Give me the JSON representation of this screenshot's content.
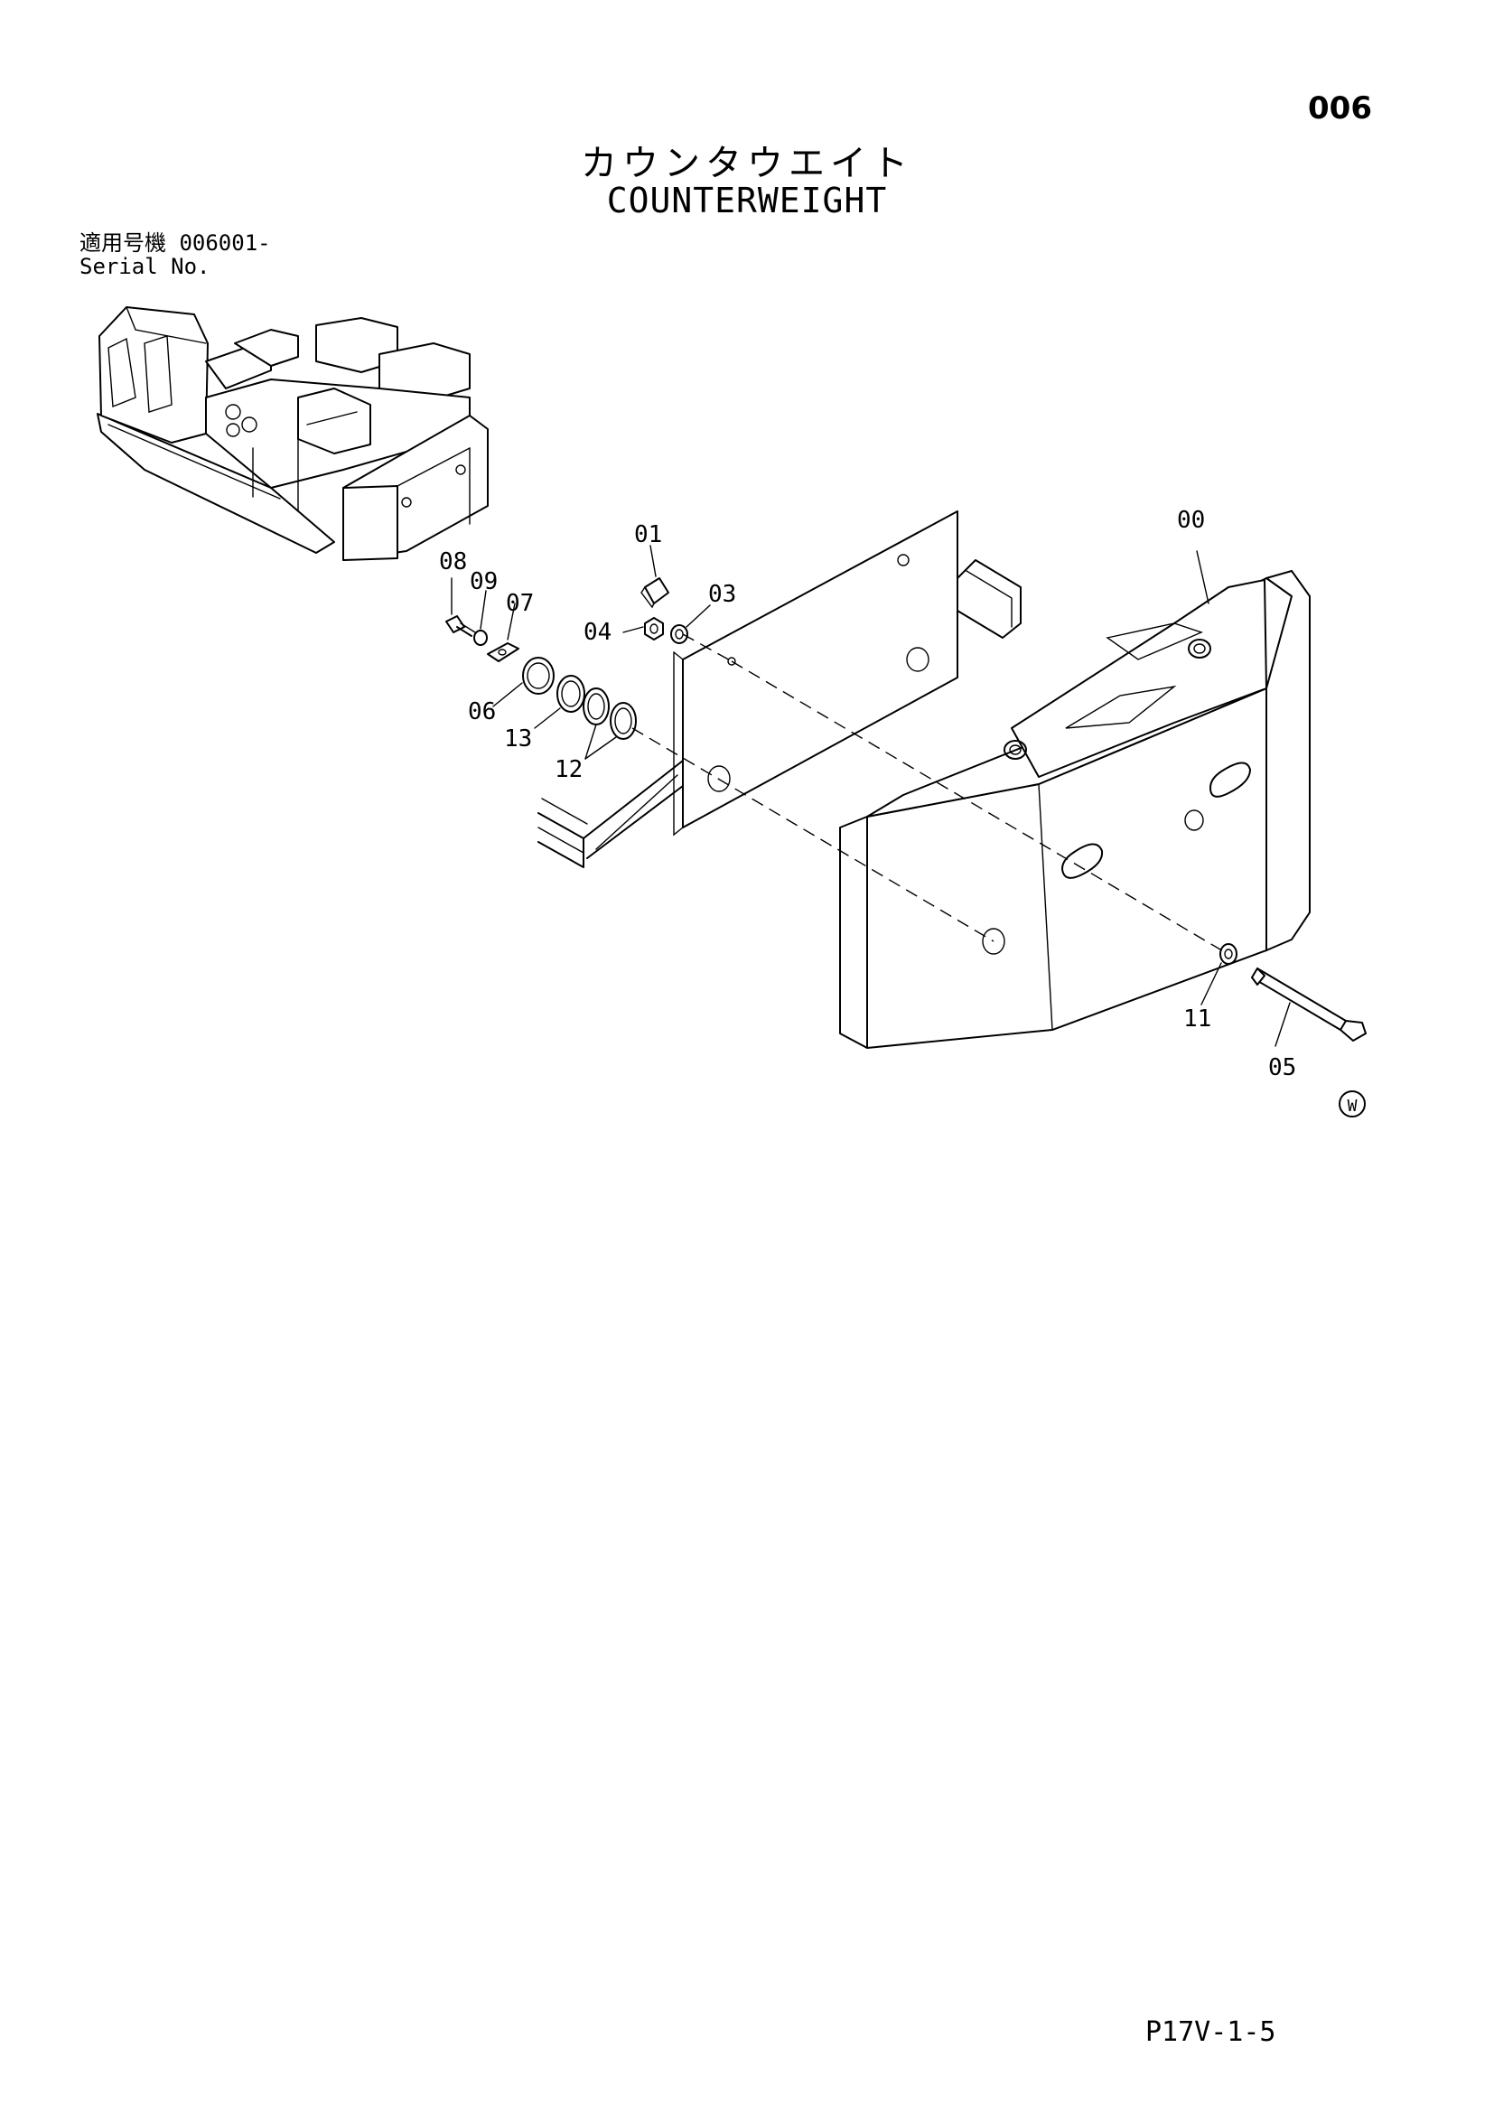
{
  "header": {
    "page_number": "006",
    "title_jp": "カウンタウエイト",
    "title_en": "COUNTERWEIGHT"
  },
  "serial": {
    "label_jp": "適用号機",
    "value": "006001-",
    "label_en": "Serial No."
  },
  "callouts": {
    "c00": "00",
    "c01": "01",
    "c03": "03",
    "c04": "04",
    "c05": "05",
    "c06": "06",
    "c07": "07",
    "c08": "08",
    "c09": "09",
    "c11": "11",
    "c12": "12",
    "c13": "13"
  },
  "mark": {
    "symbol": "W"
  },
  "footer": {
    "doc_code": "P17V-1-5"
  }
}
